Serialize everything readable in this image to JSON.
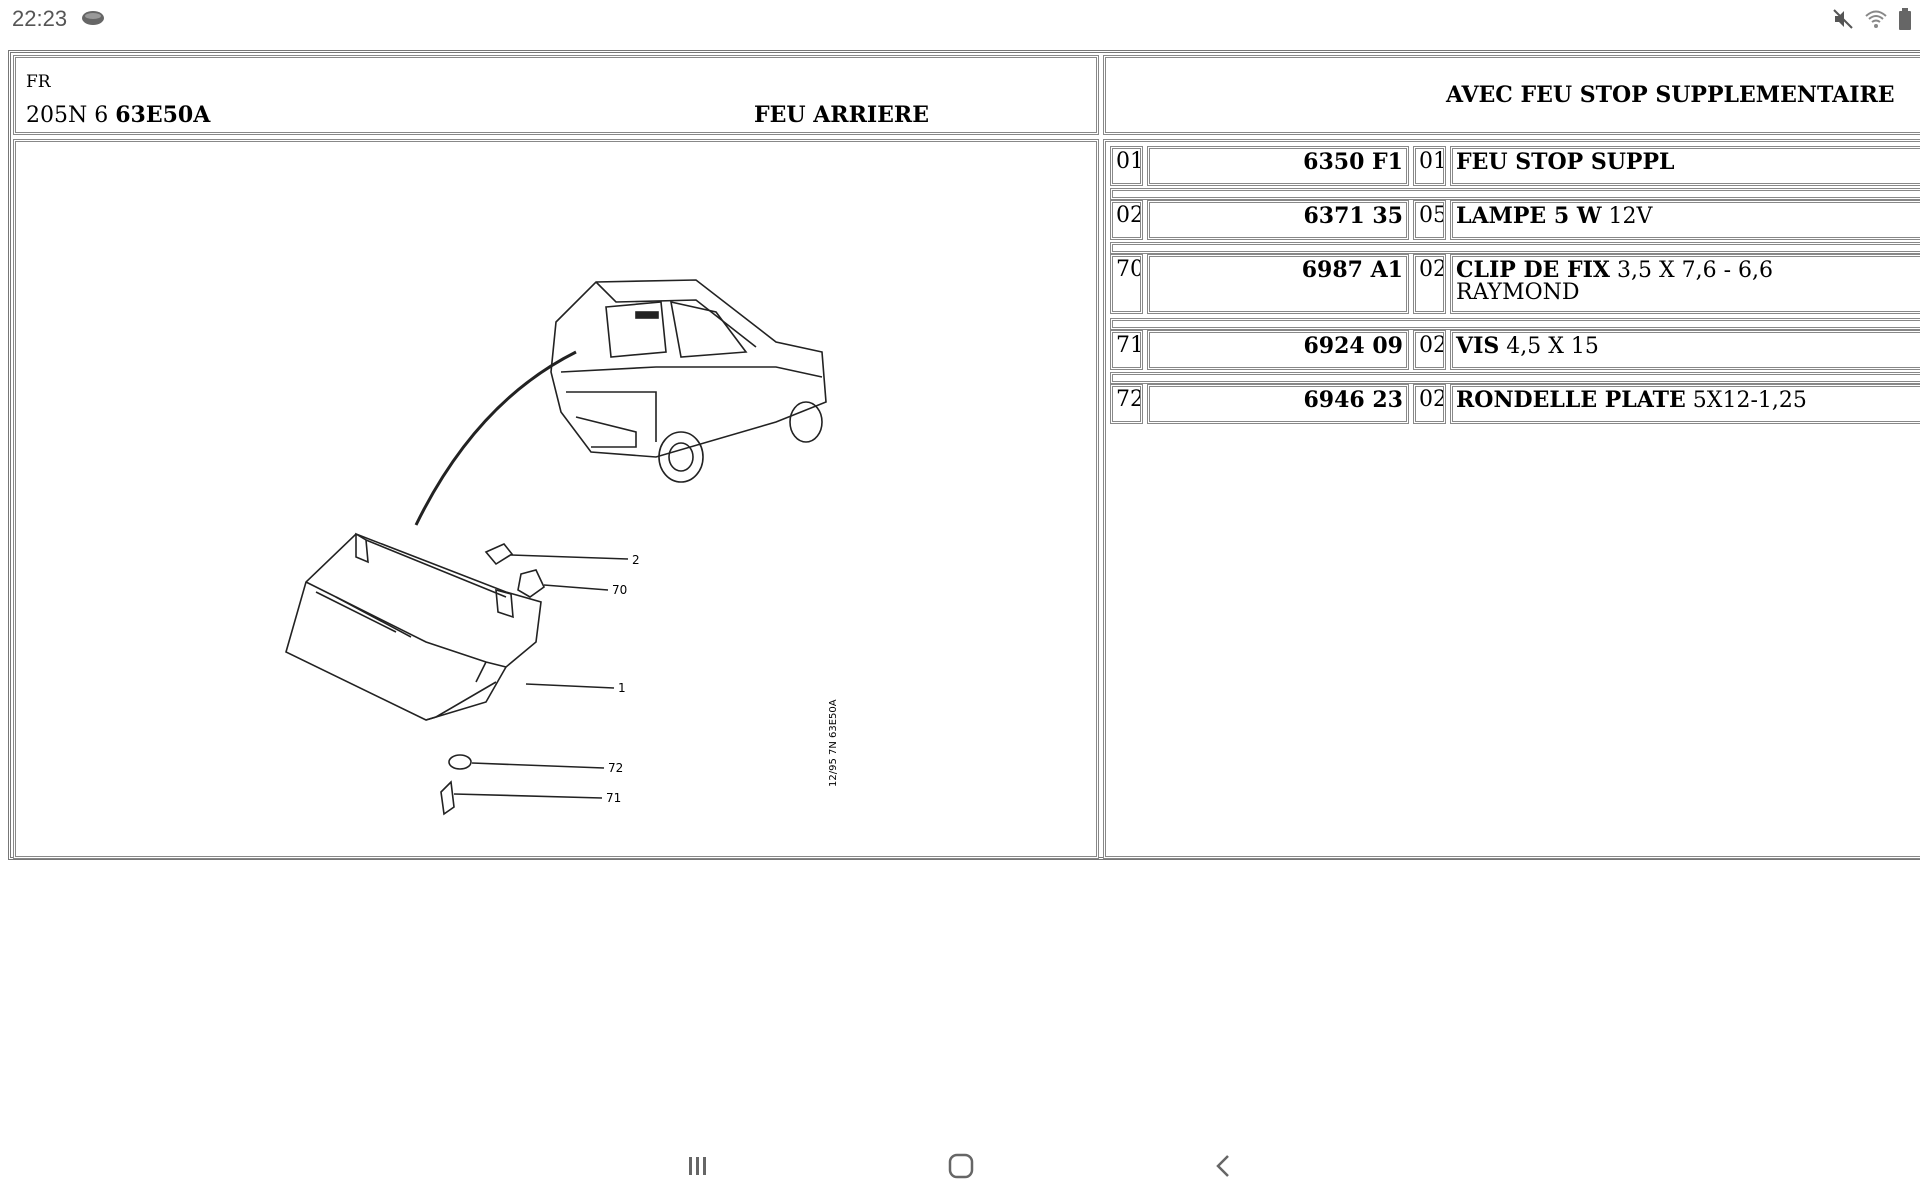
{
  "status_bar": {
    "time": "22:23",
    "icons": [
      "cloud-icon",
      "mute-icon",
      "wifi-icon",
      "battery-icon"
    ]
  },
  "header": {
    "lang": "FR",
    "model": "205N 6",
    "ref_code": "63E50A",
    "title": "FEU ARRIERE",
    "variant": "AVEC FEU STOP SUPPLEMENTAIRE"
  },
  "diagram": {
    "callouts": [
      "2",
      "70",
      "1",
      "72",
      "71"
    ],
    "side_label": "12/95  7N  63E50A"
  },
  "parts": [
    {
      "num": "01",
      "ref": "6350 F1",
      "qty": "01",
      "name": "FEU STOP SUPPL",
      "detail": "",
      "detail2": ""
    },
    {
      "num": "02",
      "ref": "6371 35",
      "qty": "05",
      "name": "LAMPE 5 W",
      "detail": "12V",
      "detail2": ""
    },
    {
      "num": "70",
      "ref": "6987 A1",
      "qty": "02",
      "name": "CLIP DE FIX",
      "detail": "3,5 X 7,6 - 6,6",
      "detail2": "RAYMOND"
    },
    {
      "num": "71",
      "ref": "6924 09",
      "qty": "02",
      "name": "VIS",
      "detail": "4,5 X 15",
      "detail2": ""
    },
    {
      "num": "72",
      "ref": "6946 23",
      "qty": "02",
      "name": "RONDELLE PLATE",
      "detail": "5X12-1,25",
      "detail2": ""
    }
  ],
  "nav": [
    "recents-icon",
    "home-icon",
    "back-icon"
  ]
}
